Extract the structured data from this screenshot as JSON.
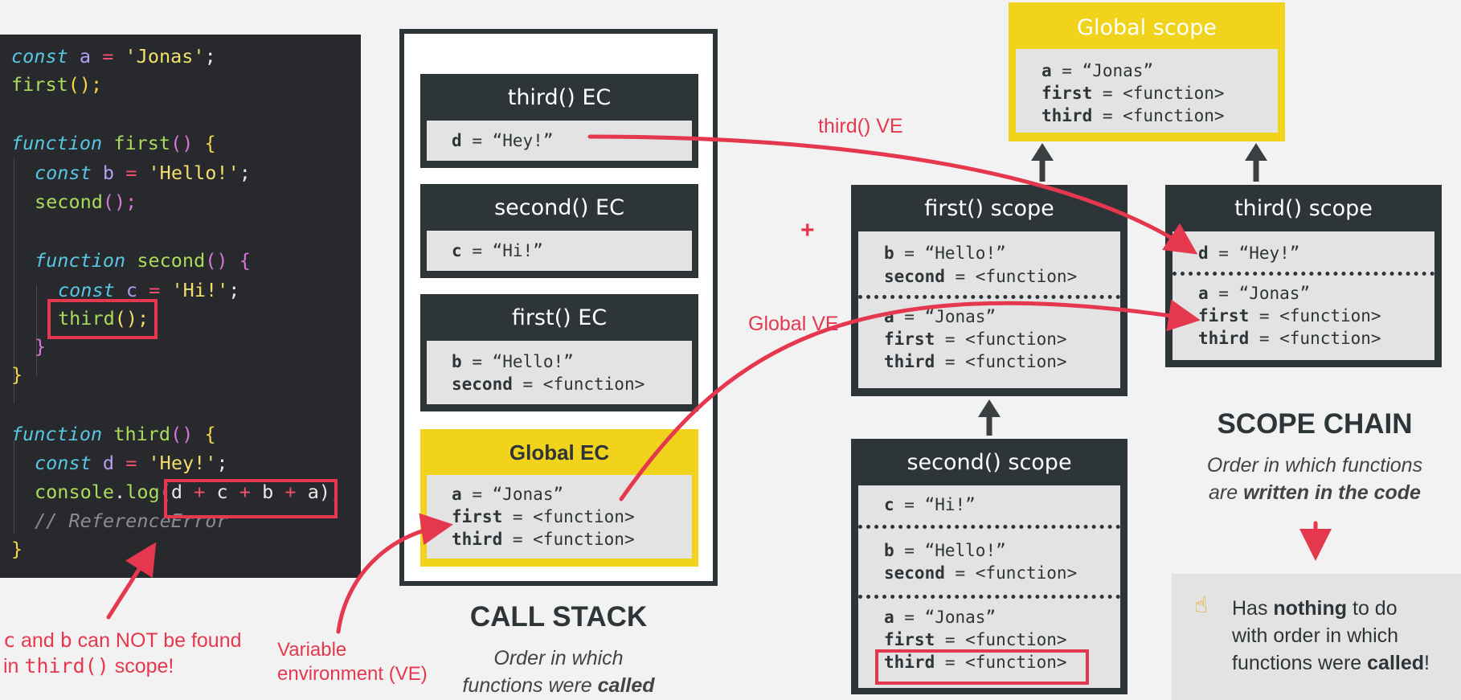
{
  "code": {
    "l1": {
      "k": "const",
      "v": "a",
      "o": "=",
      "s": "'Jonas'",
      "p": ";"
    },
    "l2": {
      "f": "first",
      "p": "();"
    },
    "l3": {
      "k": "function",
      "f": "first",
      "p": "()",
      "b": "{"
    },
    "l4": {
      "k": "const",
      "v": "b",
      "o": "=",
      "s": "'Hello!'",
      "p": ";"
    },
    "l5": {
      "f": "second",
      "p": "();"
    },
    "l6": {
      "k": "function",
      "f": "second",
      "p": "()",
      "b": "{"
    },
    "l7": {
      "k": "const",
      "v": "c",
      "o": "=",
      "s": "'Hi!'",
      "p": ";"
    },
    "l8": {
      "f": "third",
      "p": "();"
    },
    "l9": {
      "b": "}"
    },
    "l10": {
      "b": "}"
    },
    "l11": {
      "k": "function",
      "f": "third",
      "p": "()",
      "b": "{"
    },
    "l12": {
      "k": "const",
      "v": "d",
      "o": "=",
      "s": "'Hey!'",
      "p": ";"
    },
    "l13": {
      "obj": "console",
      "dot": ".",
      "m": "log",
      "po": "(",
      "d": "d",
      "c": "c",
      "b": "b",
      "a": "a",
      "plus": "+",
      "pc": ");"
    },
    "l14": {
      "comment": "// ReferenceError"
    },
    "l15": {
      "b": "}"
    }
  },
  "call_stack": {
    "heading": "CALL STACK",
    "note1": "Order in which",
    "note2": "functions were",
    "note2b": "called",
    "third_ec": {
      "title": "third() EC",
      "name": "d",
      "value": "= “Hey!”"
    },
    "second_ec": {
      "title": "second() EC",
      "name": "c",
      "value": "= “Hi!”"
    },
    "first_ec": {
      "title": "first() EC",
      "n1": "b",
      "v1": "= “Hello!”",
      "n2": "second",
      "v2": "= <function>"
    },
    "global_ec": {
      "title": "Global EC",
      "n1": "a",
      "v1": "= “Jonas”",
      "n2": "first",
      "v2": "= <function>",
      "n3": "third",
      "v3": "= <function>"
    }
  },
  "scopes": {
    "global": {
      "title": "Global scope",
      "n1": "a",
      "v1": " = “Jonas”",
      "n2": "first",
      "v2": " = <function>",
      "n3": "third",
      "v3": " = <function>"
    },
    "first": {
      "title": "first() scope",
      "n1": "b",
      "v1": " = “Hello!”",
      "n2": "second",
      "v2": " = <function>",
      "n3": "a",
      "v3": " = “Jonas”",
      "n4": "first",
      "v4": " = <function>",
      "n5": "third",
      "v5": " = <function>"
    },
    "third": {
      "title": "third() scope",
      "n1": "d",
      "v1": " = “Hey!”",
      "n2": "a",
      "v2": " = “Jonas”",
      "n3": "first",
      "v3": " = <function>",
      "n4": "third",
      "v4": " = <function>"
    },
    "second": {
      "title": "second() scope",
      "n1": "c",
      "v1": " = “Hi!”",
      "n2": "b",
      "v2": " = “Hello!”",
      "n3": "second",
      "v3": " = <function>",
      "n4": "a",
      "v4": " = “Jonas”",
      "n5": "first",
      "v5": " = <function>",
      "n6": "third",
      "v6": " = <function>"
    }
  },
  "scope_chain": {
    "heading": "SCOPE CHAIN",
    "note1": "Order in which functions",
    "note2a": "are ",
    "note2b": "written in the code",
    "hand": "☝",
    "box_1a": "Has ",
    "box_1b": "nothing",
    "box_1c": " to do",
    "box_2": "with order in which",
    "box_3a": "functions were ",
    "box_3b": "called",
    "box_3c": "!"
  },
  "labels": {
    "third_ve": "third() VE",
    "global_ve": "Global VE",
    "plus": "+",
    "ve1": "Variable",
    "ve2": "environment (VE)",
    "err1a": "c",
    "err1b": " and ",
    "err1c": "b",
    "err1d": " can NOT be found",
    "err2a": "in ",
    "err2b": "third()",
    "err2c": " scope!"
  },
  "colors": {
    "accent": "#e5384f",
    "dark": "#2e3538",
    "yellow": "#f2d31b",
    "editor": "#28292c"
  }
}
